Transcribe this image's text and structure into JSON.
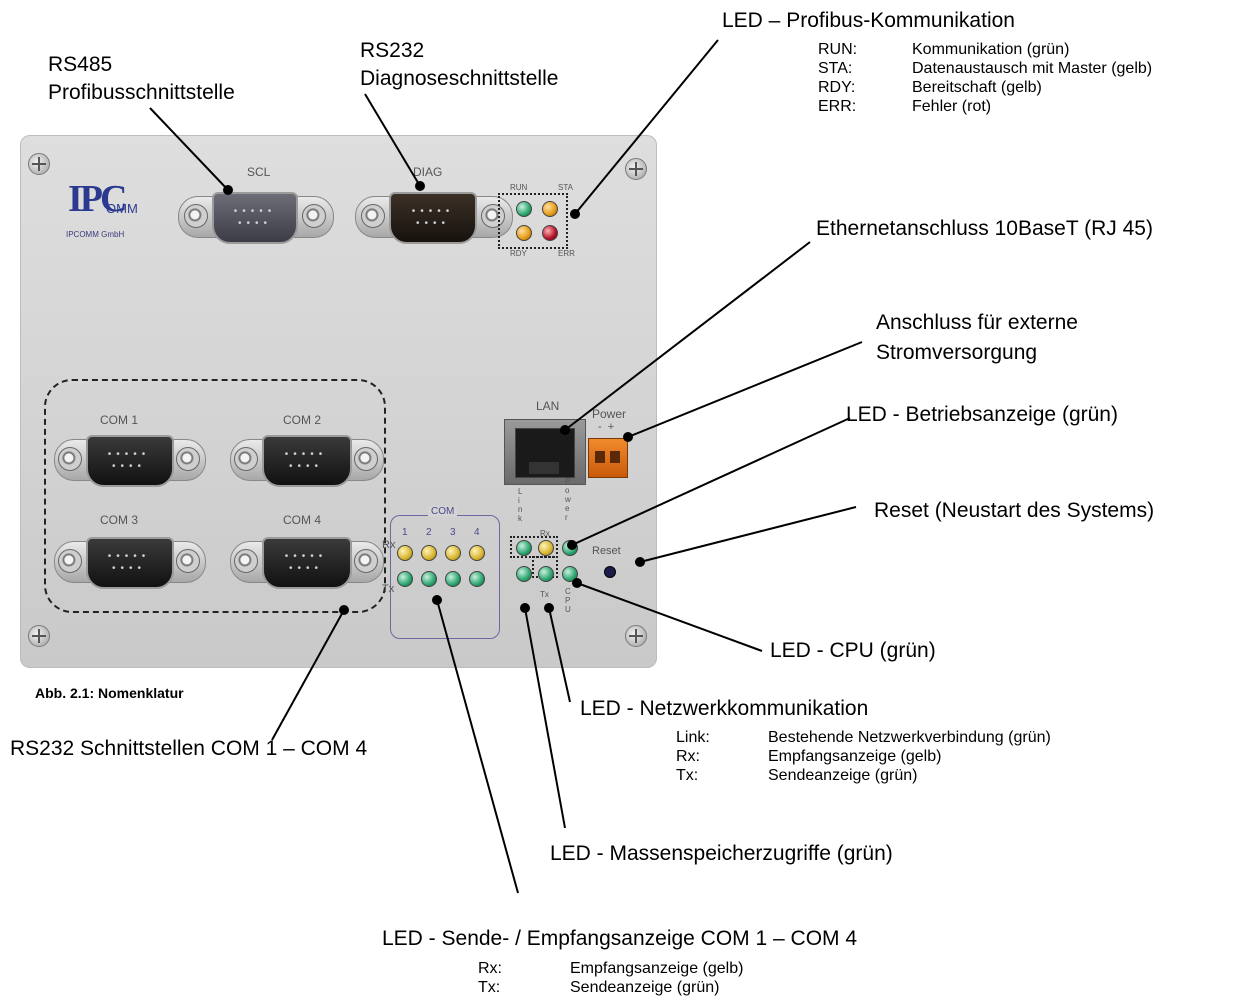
{
  "labels": {
    "rs485_line1": "RS485",
    "rs485_line2": "Profibusschnittstelle",
    "rs232diag_line1": "RS232",
    "rs232diag_line2": "Diagnoseschnittstelle",
    "profibus_title": "LED – Profibus-Kommunikation",
    "ethernet": "Ethernetanschluss 10BaseT (RJ 45)",
    "power_line1": "Anschluss für externe",
    "power_line2": "Stromversorgung",
    "betrieb": "LED - Betriebsanzeige (grün)",
    "reset": "Reset (Neustart des Systems)",
    "cpu": "LED - CPU (grün)",
    "netz_title": "LED - Netzwerkkommunikation",
    "com_ports": "RS232 Schnittstellen COM 1 – COM 4",
    "massen": "LED - Massenspeicherzugriffe (grün)",
    "sende_title": "LED - Sende- / Empfangsanzeige COM 1 – COM 4",
    "caption": "Abb. 2.1: Nomenklatur"
  },
  "profibus_legend": [
    {
      "key": "RUN:",
      "desc": "Kommunikation (grün)"
    },
    {
      "key": "STA:",
      "desc": "Datenaustausch mit Master (gelb)"
    },
    {
      "key": "RDY:",
      "desc": "Bereitschaft (gelb)"
    },
    {
      "key": "ERR:",
      "desc": "Fehler (rot)"
    }
  ],
  "netz_legend": [
    {
      "key": "Link:",
      "desc": "Bestehende Netzwerkverbindung (grün)"
    },
    {
      "key": "Rx:",
      "desc": "Empfangsanzeige (gelb)"
    },
    {
      "key": "Tx:",
      "desc": "Sendeanzeige (grün)"
    }
  ],
  "sende_legend": [
    {
      "key": "Rx:",
      "desc": "Empfangsanzeige (gelb)"
    },
    {
      "key": "Tx:",
      "desc": "Sendeanzeige (grün)"
    }
  ],
  "device": {
    "logo_main": "IPC",
    "logo_sub": "OMM",
    "logo_company": "IPCOMM GmbH",
    "scl": "SCL",
    "diag": "DIAG",
    "led_run": "RUN",
    "led_sta": "STA",
    "led_rdy": "RDY",
    "led_err": "ERR",
    "com1": "COM 1",
    "com2": "COM 2",
    "com3": "COM 3",
    "com4": "COM 4",
    "lan": "LAN",
    "power": "Power",
    "power_pol": "-  +",
    "com_group": "COM",
    "rx": "Rx",
    "tx": "Tx",
    "n1": "1",
    "n2": "2",
    "n3": "3",
    "n4": "4",
    "link_v": "Link",
    "rx_small": "Rx",
    "power_v": "Power",
    "tx_small": "Tx",
    "cpu_v": "CPU",
    "reset": "Reset"
  },
  "colors": {
    "led_green": "#2aa56e",
    "led_yellow": "#d8b430",
    "led_red": "#b01028",
    "power_connector": "#e8751c"
  }
}
